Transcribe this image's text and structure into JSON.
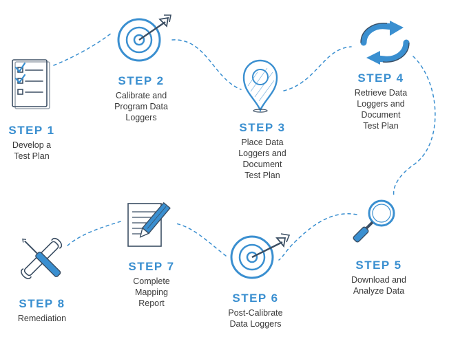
{
  "colors": {
    "accent": "#3a8fd0",
    "text": "#3a3a3a",
    "outline": "#3b4e63"
  },
  "steps": [
    {
      "title": "STEP 1",
      "description": "Develop a\nTest Plan",
      "icon": "checklist-icon"
    },
    {
      "title": "STEP 2",
      "description": "Calibrate and\nProgram Data\nLoggers",
      "icon": "target-icon"
    },
    {
      "title": "STEP 3",
      "description": "Place Data\nLoggers and\nDocument\nTest Plan",
      "icon": "map-pin-icon"
    },
    {
      "title": "STEP 4",
      "description": "Retrieve Data\nLoggers and\nDocument\nTest Plan",
      "icon": "refresh-arrows-icon"
    },
    {
      "title": "STEP 5",
      "description": "Download and\nAnalyze Data",
      "icon": "magnifier-icon"
    },
    {
      "title": "STEP 6",
      "description": "Post-Calibrate\nData Loggers",
      "icon": "target-icon"
    },
    {
      "title": "STEP 7",
      "description": "Complete\nMapping\nReport",
      "icon": "report-pencil-icon"
    },
    {
      "title": "STEP 8",
      "description": "Remediation",
      "icon": "wrench-screwdriver-icon"
    }
  ]
}
